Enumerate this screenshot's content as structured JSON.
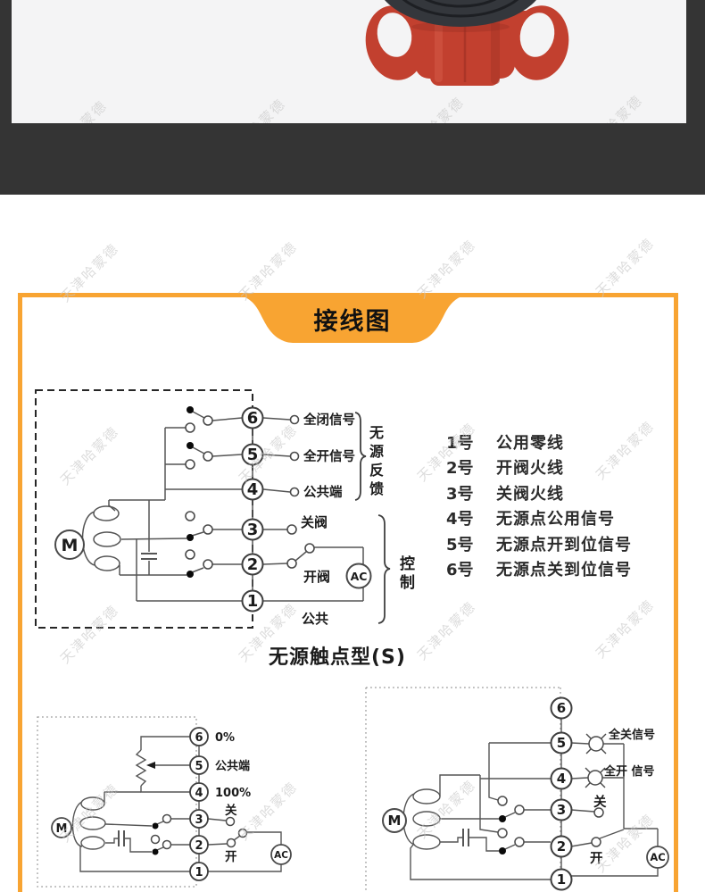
{
  "watermark": {
    "text": "天津哈蒙德"
  },
  "colors": {
    "accent": "#F8A432",
    "dark_band": "#343434",
    "photo_bg": "#f4f4f5"
  },
  "section_tab": {
    "title": "接线图"
  },
  "main_diagram": {
    "terminals": [
      "6",
      "5",
      "4",
      "3",
      "2",
      "1"
    ],
    "labels": {
      "full_close_signal": "全闭信号",
      "full_open_signal": "全开信号",
      "common_terminal": "公共端",
      "close_valve": "关阀",
      "open_valve": "开阀",
      "common": "公共",
      "motor": "M",
      "ac": "AC",
      "feedback_group": "无源反馈",
      "control_group": "控制"
    },
    "caption": "无源触点型(S)"
  },
  "terminal_notes": {
    "items": [
      {
        "num": "1号",
        "text": "公用零线"
      },
      {
        "num": "2号",
        "text": "开阀火线"
      },
      {
        "num": "3号",
        "text": "关阀火线"
      },
      {
        "num": "4号",
        "text": "无源点公用信号"
      },
      {
        "num": "5号",
        "text": "无源点开到位信号"
      },
      {
        "num": "6号",
        "text": "无源点关到位信号"
      }
    ]
  },
  "potentiometer_diagram": {
    "terminals": [
      "6",
      "5",
      "4",
      "3",
      "2",
      "1"
    ],
    "labels": {
      "zero": "0%",
      "common_terminal": "公共端",
      "hundred": "100%",
      "close": "关",
      "open": "开",
      "motor": "M",
      "ac": "AC"
    }
  },
  "lamp_diagram": {
    "terminals": [
      "6",
      "5",
      "4",
      "3",
      "2",
      "1"
    ],
    "labels": {
      "full_close_signal": "全关信号",
      "full_open_signal": "全开 信号",
      "close": "关",
      "open": "开",
      "motor": "M",
      "ac": "AC"
    }
  }
}
